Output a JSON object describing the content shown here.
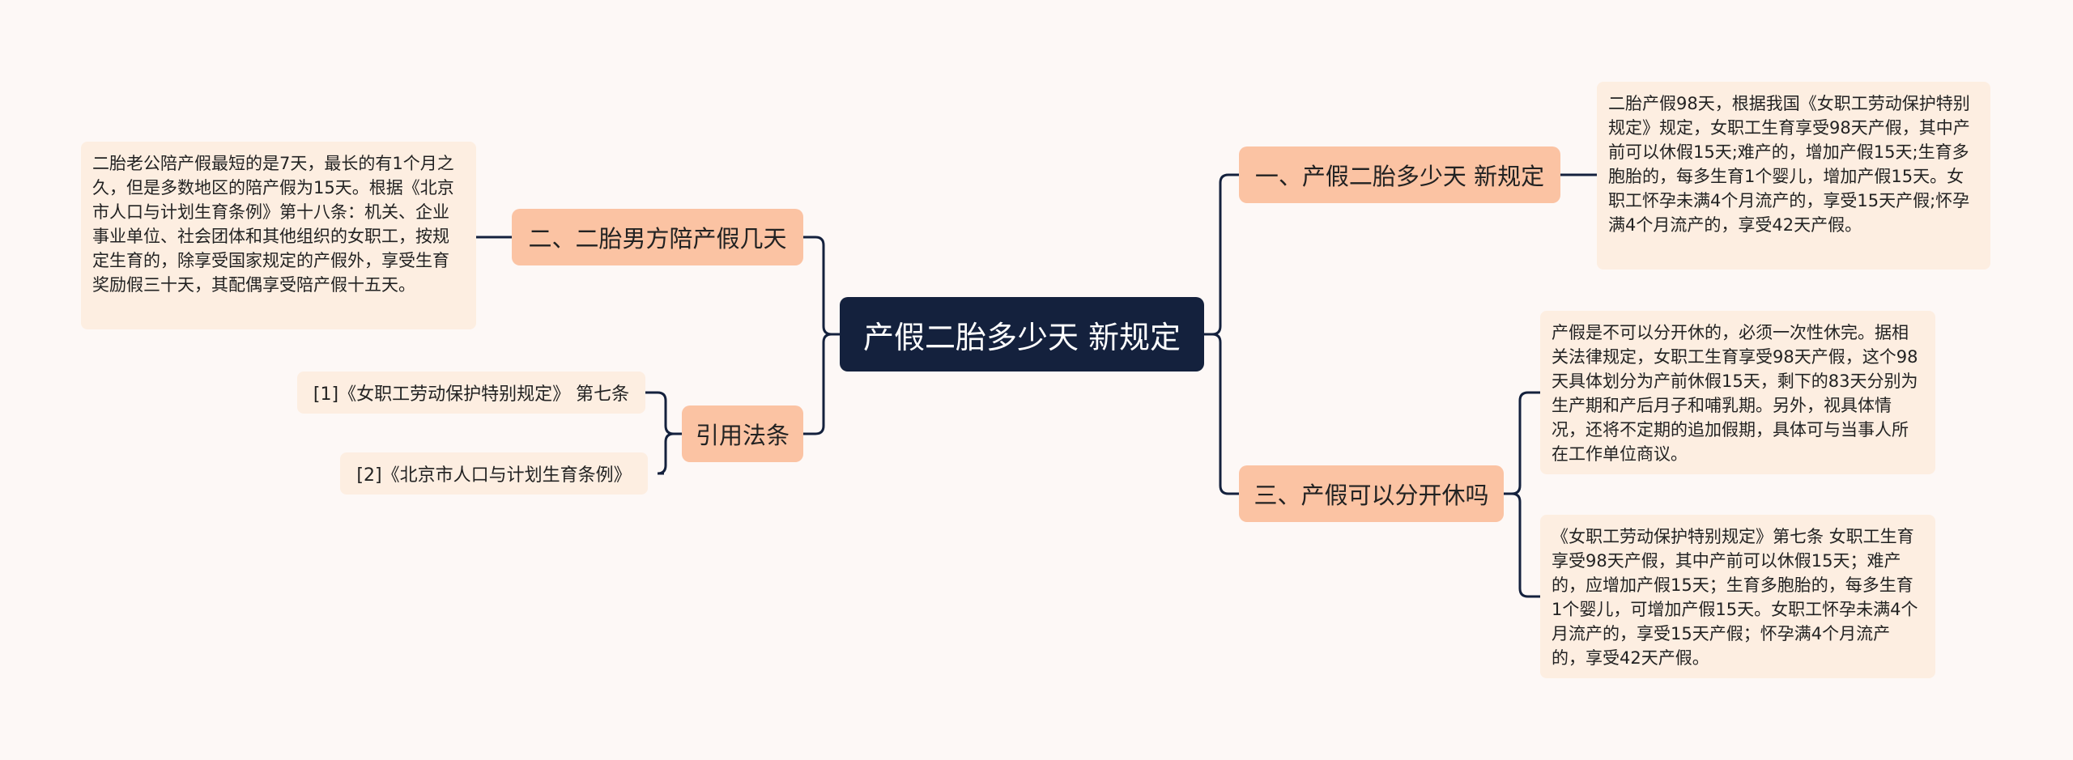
{
  "root": {
    "title": "产假二胎多少天 新规定"
  },
  "branches": {
    "b1": {
      "label": "一、产假二胎多少天 新规定"
    },
    "b2": {
      "label": "二、二胎男方陪产假几天"
    },
    "b3": {
      "label": "三、产假可以分开休吗"
    },
    "b4": {
      "label": "引用法条"
    }
  },
  "leaves": {
    "b1_detail": "二胎产假98天，根据我国《女职工劳动保护特别规定》规定，女职工生育享受98天产假，其中产前可以休假15天;难产的，增加产假15天;生育多胞胎的，每多生育1个婴儿，增加产假15天。女职工怀孕未满4个月流产的，享受15天产假;怀孕满4个月流产的，享受42天产假。",
    "b2_detail": "二胎老公陪产假最短的是7天，最长的有1个月之久，但是多数地区的陪产假为15天。根据《北京市人口与计划生育条例》第十八条：机关、企业事业单位、社会团体和其他组织的女职工，按规定生育的，除享受国家规定的产假外，享受生育奖励假三十天，其配偶享受陪产假十五天。",
    "b3_detail1": "产假是不可以分开休的，必须一次性休完。据相关法律规定，女职工生育享受98天产假，这个98天具体划分为产前休假15天，剩下的83天分别为生产期和产后月子和哺乳期。另外，视具体情况，还将不定期的追加假期，具体可与当事人所在工作单位商议。",
    "b3_detail2": "《女职工劳动保护特别规定》第七条 女职工生育享受98天产假，其中产前可以休假15天；难产的，应增加产假15天；生育多胞胎的，每多生育1个婴儿，可增加产假15天。女职工怀孕未满4个月流产的，享受15天产假；怀孕满4个月流产的，享受42天产假。",
    "ref1": "[1]《女职工劳动保护特别规定》 第七条",
    "ref2": "[2]《北京市人口与计划生育条例》"
  },
  "colors": {
    "root_bg": "#14213d",
    "branch_bg": "#fbc3a3",
    "leaf_bg": "#fdeee1",
    "line": "#14213d",
    "page_bg": "#fdf8f6"
  }
}
